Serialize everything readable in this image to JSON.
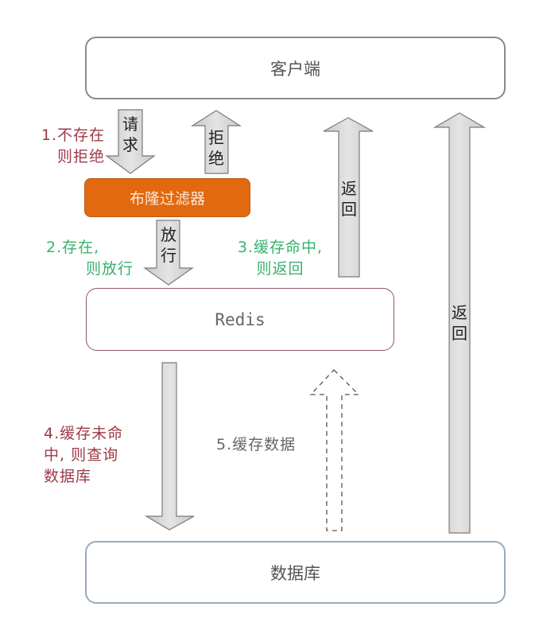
{
  "nodes": {
    "client": "客户端",
    "bloom_filter": "布隆过滤器",
    "redis": "Redis",
    "database": "数据库"
  },
  "arrows": {
    "request": [
      "请",
      "求"
    ],
    "reject": [
      "拒",
      "绝"
    ],
    "pass": [
      "放",
      "行"
    ],
    "return_cache": [
      "返",
      "回"
    ],
    "return_db": [
      "返",
      "回"
    ]
  },
  "steps": {
    "step1": [
      "1.不存在",
      "则拒绝"
    ],
    "step2": [
      "2.存在,",
      "则放行"
    ],
    "step3": [
      "3.缓存命中,",
      "则返回"
    ],
    "step4": [
      "4.缓存未命",
      "中, 则查询",
      "数据库"
    ],
    "step5": [
      "5.缓存数据"
    ]
  },
  "colors": {
    "bloom_fill": "#e2690f",
    "step_red": "#9b3a46",
    "step_green": "#37b06e",
    "arrow_fill": "#d9d9d9",
    "arrow_stroke": "#7a7a7a"
  }
}
